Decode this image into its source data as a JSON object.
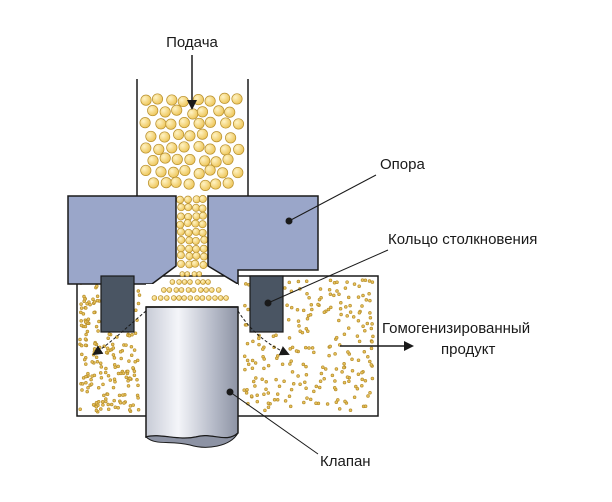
{
  "labels": {
    "feed": "Подача",
    "seat": "Опора",
    "impact_ring": "Кольцо столкновения",
    "product_line1": "Гомогенизированный",
    "product_line2": "продукт",
    "valve": "Клапан"
  },
  "colors": {
    "block": "#9aa6c9",
    "ring": "#4a5563",
    "droplet": "#f2cd66",
    "droplet_edge": "#b8902e",
    "outline": "#1a1a1a",
    "valve_light": "#eef0f6",
    "valve_dark": "#9097a8"
  }
}
